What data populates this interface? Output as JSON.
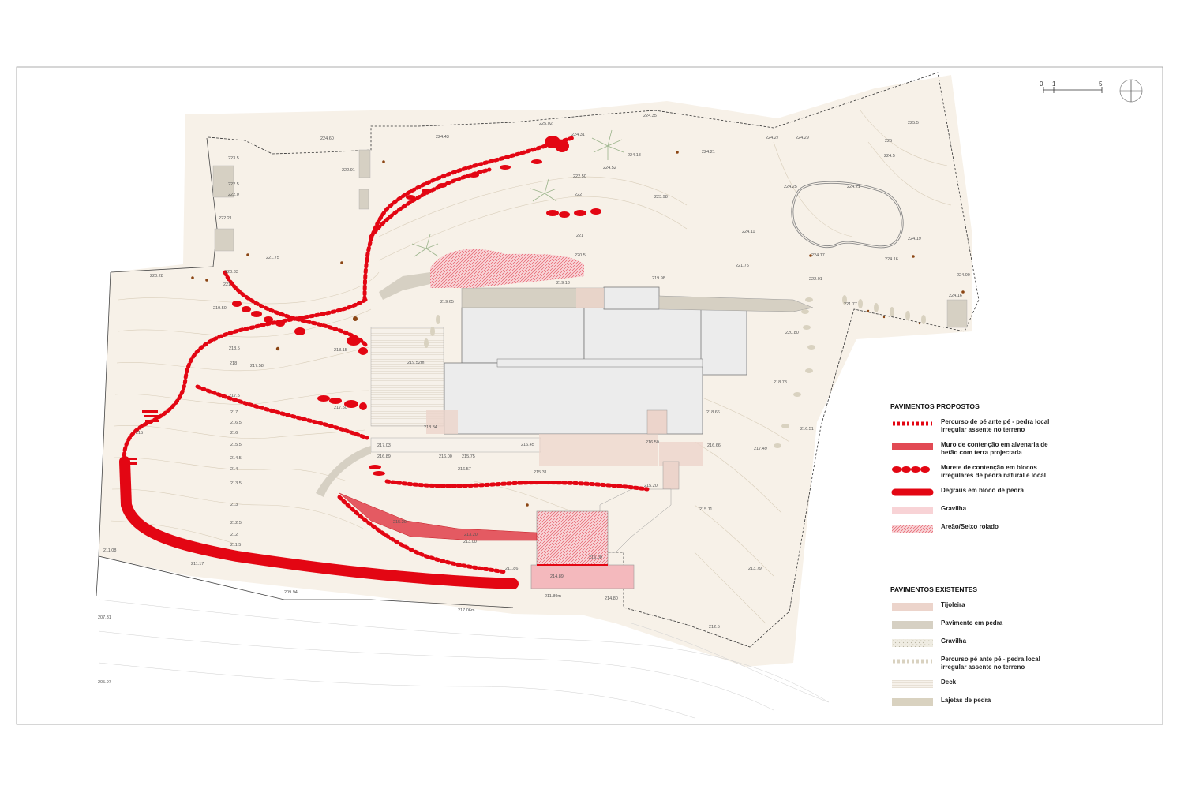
{
  "scale_bar": {
    "tick0": "0",
    "tick1": "1",
    "tick5": "5"
  },
  "legend_proposed": {
    "title": "PAVIMENTOS PROPOSTOS",
    "items": [
      {
        "label": "Percurso de pé ante pé - pedra local\nirregular assente no terreno",
        "kind": "dashed-red"
      },
      {
        "label": "Muro de contenção em alvenaria de\nbetão com terra projectada",
        "kind": "red-band"
      },
      {
        "label": "Murete de contenção em blocos\nirregulares de pedra natural e local",
        "kind": "blob-red"
      },
      {
        "label": "Degraus em bloco de pedra",
        "kind": "thick-red"
      },
      {
        "label": "Gravilha",
        "kind": "light-pink"
      },
      {
        "label": "Areão/Seixo rolado",
        "kind": "hatch-pink"
      }
    ]
  },
  "legend_existing": {
    "title": "PAVIMENTOS EXISTENTES",
    "items": [
      {
        "label": "Tijoleira",
        "kind": "tile"
      },
      {
        "label": "Pavimento em pedra",
        "kind": "stone"
      },
      {
        "label": "Gravilha",
        "kind": "gravel"
      },
      {
        "label": "Percurso pé ante pé - pedra local\nirregular assente no terreno",
        "kind": "dashed-beige"
      },
      {
        "label": "Deck",
        "kind": "deck"
      },
      {
        "label": "Lajetas de pedra",
        "kind": "slab"
      }
    ]
  },
  "colors": {
    "red": "#e30613",
    "pink": "#f4b9bd",
    "site": "#f7f1e8",
    "building": "#ececec",
    "stone": "#d6d0c3",
    "tile": "#ecd4cb"
  },
  "levels": [
    "225.02",
    "224.35",
    "225.5",
    "224.27",
    "224.29",
    "225",
    "224.5",
    "224.60",
    "224.43",
    "223.5",
    "222.91",
    "222.5",
    "222.0",
    "222.21",
    "221.75",
    "220.28",
    "220.33",
    "221",
    "219.50",
    "218.15",
    "218.5",
    "218",
    "217.58",
    "217.5",
    "217.50",
    "217",
    "216.5",
    "216",
    "215.5",
    "215",
    "214.5",
    "214",
    "213.5",
    "213",
    "212.5",
    "212",
    "211.5",
    "211.08",
    "211.17",
    "209.94",
    "207.31",
    "205.97",
    "217.06m",
    "219.65",
    "219.52m",
    "219.13",
    "219.98",
    "221.75",
    "222.01",
    "221.77",
    "220.80",
    "218.78",
    "218.66",
    "217.49",
    "216.66",
    "216.51",
    "215.11",
    "215.20",
    "213.79",
    "212.5",
    "211.86",
    "211.89m",
    "214.80",
    "214.89",
    "215.00",
    "216.50",
    "216.00",
    "215.75",
    "216.45",
    "215.31",
    "224.21",
    "224.25",
    "224.17",
    "224.16",
    "224.19",
    "224.11",
    "224.16",
    "224.00",
    "223.98",
    "224.18",
    "224.21",
    "224.31",
    "224.52",
    "222.50",
    "222",
    "221",
    "220.5",
    "218.84",
    "217.03",
    "216.89",
    "216.57",
    "215.20",
    "213.00",
    "213.20"
  ]
}
